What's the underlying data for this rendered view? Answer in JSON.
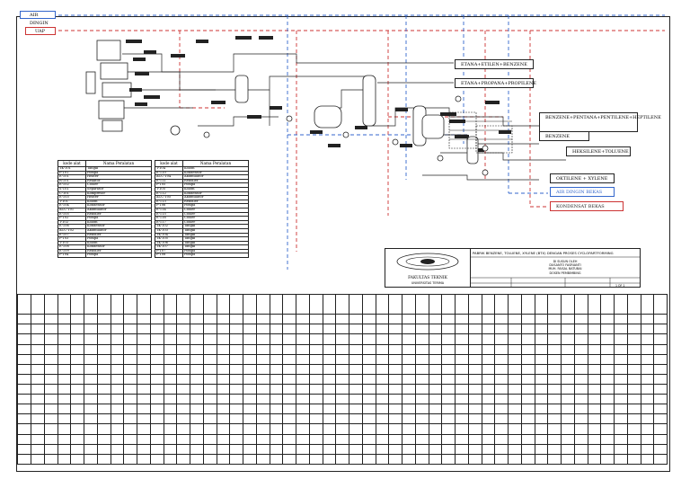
{
  "utility_tags": {
    "cooling_water_in": "AIR DINGIN",
    "steam": "UAP"
  },
  "product_tags": {
    "ethane_ethylene": "ETANA+ETILEN+BENZENE",
    "ethane_propane": "ETANA+PROPANA+PROPILENE",
    "benzene_mix": "BENZENE+PENTANA+PENTILENE+HEPTILENE",
    "benzene": "BENZENE",
    "hexylene_toluene": "HEKSILENE+TOLUENE",
    "octylene_xylene": "OKTILENE + XYLENE",
    "cooling_water_used": "AIR DINGIN BEKAS",
    "condensate": "KONDENSAT BEKAS"
  },
  "legend_headers": {
    "code": "kode alat",
    "name": "Nama Peralatan"
  },
  "legend_left": [
    [
      "TK-101",
      "Tangki"
    ],
    [
      "P-101",
      "Pompa"
    ],
    [
      "E-101",
      "Heater"
    ],
    [
      "R-101",
      "Reaktor"
    ],
    [
      "E-102",
      "Cooler"
    ],
    [
      "S-101",
      "Separator"
    ],
    [
      "C-101",
      "Kompresor"
    ],
    [
      "E-103",
      "Heater"
    ],
    [
      "T-101",
      "Kolom"
    ],
    [
      "E-104",
      "Kondensor"
    ],
    [
      "ACC-101",
      "Akumulator"
    ],
    [
      "E-105",
      "Reboiler"
    ],
    [
      "P-102",
      "Pompa"
    ],
    [
      "T-102",
      "Kolom"
    ],
    [
      "E-106",
      "Kondensor"
    ],
    [
      "ACC-102",
      "Akumulator"
    ],
    [
      "E-107",
      "Reboiler"
    ],
    [
      "P-103",
      "Pompa"
    ],
    [
      "T-103",
      "Kolom"
    ],
    [
      "E-108",
      "Kondensor"
    ],
    [
      "E-109",
      "Reboiler"
    ],
    [
      "P-104",
      "Pompa"
    ]
  ],
  "legend_right": [
    [
      "T-104",
      "Kolom"
    ],
    [
      "E-110",
      "Kondensor"
    ],
    [
      "ACC-104",
      "Akumulator"
    ],
    [
      "E-111",
      "Reboiler"
    ],
    [
      "P-105",
      "Pompa"
    ],
    [
      "T-105",
      "Kolom"
    ],
    [
      "E-112",
      "Kondensor"
    ],
    [
      "ACC-105",
      "Akumulator"
    ],
    [
      "E-113",
      "Reboiler"
    ],
    [
      "P-106",
      "Pompa"
    ],
    [
      "E-114",
      "Cooler"
    ],
    [
      "E-115",
      "Cooler"
    ],
    [
      "E-116",
      "Cooler"
    ],
    [
      "E-117",
      "Cooler"
    ],
    [
      "TK-102",
      "Tangki"
    ],
    [
      "TK-103",
      "Tangki"
    ],
    [
      "TK-104",
      "Tangki"
    ],
    [
      "TK-105",
      "Tangki"
    ],
    [
      "TK-106",
      "Tangki"
    ],
    [
      "TK-107",
      "Tangki"
    ],
    [
      "P-107",
      "Pompa"
    ],
    [
      "P-108",
      "Pompa"
    ]
  ],
  "title_block": {
    "title": "PABRIK BENZENE, TOLUENE, XYLENE (BTX) DENGAN PROSES CYCLOPARTFORMING",
    "line1": "DI SUSUN OLEH",
    "line2": "DUSANTO FASRIANTI",
    "line3": "MUH. FAISAL BATUBAI",
    "line4": "DOSEN PEMBIMBING",
    "faculty": "FAKULTAS TEKNIK",
    "university": "UNIVERSITAS TERIMA",
    "sheet": "1 OF 1"
  }
}
